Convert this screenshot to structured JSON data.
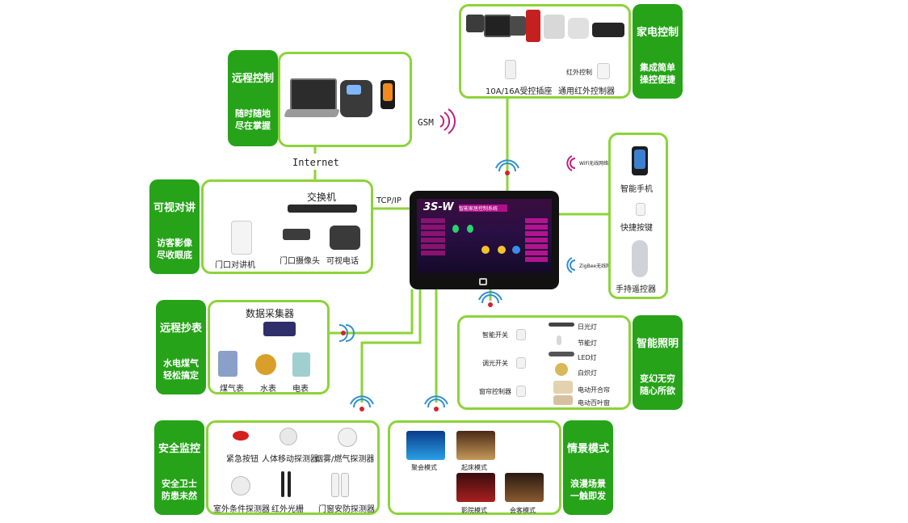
{
  "center": {
    "title": "3S-W",
    "subtitle": "智能家居控制系统",
    "menu": [
      "家电",
      "灯光",
      "安防",
      "窗帘",
      "情景",
      "监控",
      "设置"
    ]
  },
  "links": {
    "internet": "Internet",
    "tcpip": "TCP/IP",
    "gsm": "GSM",
    "wifi": "WiFi无线网络",
    "zigbee": "ZigBee无线网络"
  },
  "remote_control": {
    "title": "远程控制",
    "slogan_1": "随时随地",
    "slogan_2": "尽在掌握"
  },
  "appliance": {
    "title": "家电控制",
    "slogan_1": "集成简单",
    "slogan_2": "操控便捷",
    "socket_label": "10A/16A受控插座",
    "ir_label": "通用红外控制器",
    "ir_tag": "红外控制"
  },
  "intercom": {
    "title": "可视对讲",
    "slogan_1": "访客影像",
    "slogan_2": "尽收眼底",
    "switch_label": "交换机",
    "devices": [
      "门口对讲机",
      "门口摄像头",
      "可视电话"
    ]
  },
  "meter": {
    "title": "远程抄表",
    "slogan_1": "水电煤气",
    "slogan_2": "轻松搞定",
    "collector_label": "数据采集器",
    "devices": [
      "煤气表",
      "水表",
      "电表"
    ]
  },
  "security": {
    "title": "安全监控",
    "slogan_1": "安全卫士",
    "slogan_2": "防患未然",
    "devices": [
      "紧急按钮",
      "人体移动探测器",
      "烟雾/燃气探测器",
      "室外条件探测器",
      "红外光栅",
      "门窗安防探测器"
    ]
  },
  "scene": {
    "title": "情景模式",
    "slogan_1": "浪漫场景",
    "slogan_2": "一触即发",
    "modes": [
      "聚会模式",
      "起床模式",
      "影院模式",
      "会客模式"
    ]
  },
  "lighting": {
    "title": "智能照明",
    "slogan_1": "变幻无穷",
    "slogan_2": "随心所欲",
    "controls": [
      "智能开关",
      "调光开关",
      "窗帘控制器"
    ],
    "outputs": [
      "日光灯",
      "节能灯",
      "LED灯",
      "白炽灯",
      "电动开合帘",
      "电动百叶窗"
    ]
  },
  "mobile": {
    "devices": [
      "智能手机",
      "快捷按键",
      "手持遥控器"
    ]
  }
}
